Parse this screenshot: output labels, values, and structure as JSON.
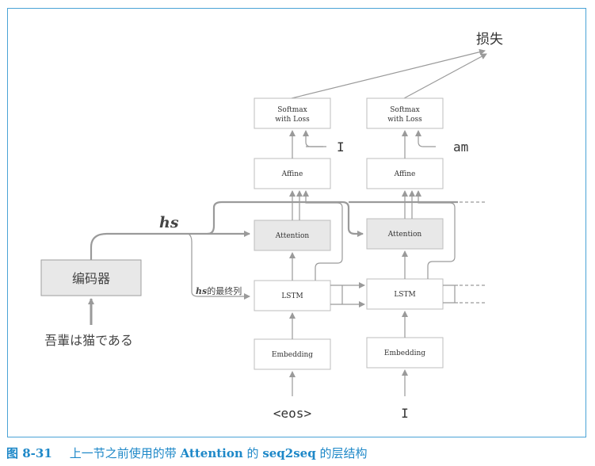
{
  "diagram": {
    "loss_label": "损失",
    "encoder_label": "编码器",
    "input_sentence": "吾輩は猫である",
    "hs_label": "hs",
    "hs_last_label": "hs",
    "hs_last_suffix": "的最终列",
    "softmax_line1": "Softmax",
    "softmax_line2": "with Loss",
    "affine": "Affine",
    "attention": "Attention",
    "lstm": "LSTM",
    "embedding": "Embedding",
    "target_1": "I",
    "target_2": "am",
    "input_1": "<eos>",
    "input_2": "I"
  },
  "caption": {
    "figure_number": "图 8-31",
    "text_1": "上一节之前使用的带 ",
    "word_attention": "Attention",
    "text_2": " 的 ",
    "word_seq2seq": "seq2seq",
    "text_3": " 的层结构"
  },
  "colors": {
    "frame": "#4aa3d6",
    "caption": "#1e88c8",
    "arrow": "#9a9a9a",
    "box_border": "#bdbdbd",
    "box_fill_gray": "#e8e8e8"
  }
}
